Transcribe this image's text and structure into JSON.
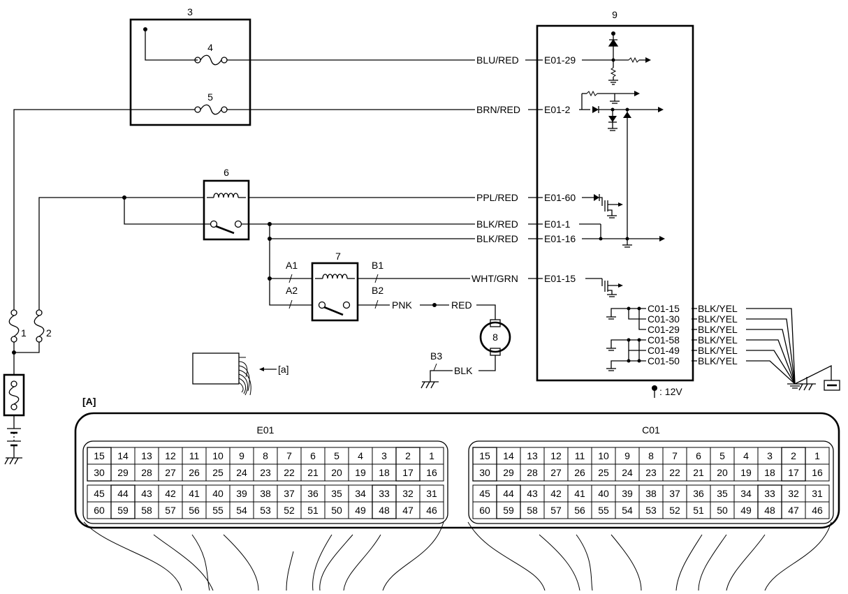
{
  "labels": {
    "n1": "1",
    "n2": "2",
    "n3": "3",
    "n4": "4",
    "n5": "5",
    "n6": "6",
    "n7": "7",
    "n8": "8",
    "n9": "9",
    "A1": "A1",
    "A2": "A2",
    "B1": "B1",
    "B2": "B2",
    "B3": "B3",
    "a_ref": "[a]",
    "A_ref": "[A]",
    "v12": ": 12V"
  },
  "wires": {
    "blu_red": "BLU/RED",
    "brn_red": "BRN/RED",
    "ppl_red": "PPL/RED",
    "blk_red_1": "BLK/RED",
    "blk_red_2": "BLK/RED",
    "wht_grn": "WHT/GRN",
    "pnk": "PNK",
    "red": "RED",
    "blk": "BLK"
  },
  "terminals": {
    "e01_29": "E01-29",
    "e01_2": "E01-2",
    "e01_60": "E01-60",
    "e01_1": "E01-1",
    "e01_16": "E01-16",
    "e01_15": "E01-15"
  },
  "ground_rows": [
    {
      "term": "C01-15",
      "wire": "BLK/YEL"
    },
    {
      "term": "C01-30",
      "wire": "BLK/YEL"
    },
    {
      "term": "C01-29",
      "wire": "BLK/YEL"
    },
    {
      "term": "C01-58",
      "wire": "BLK/YEL"
    },
    {
      "term": "C01-49",
      "wire": "BLK/YEL"
    },
    {
      "term": "C01-50",
      "wire": "BLK/YEL"
    }
  ],
  "connectors": [
    {
      "name": "E01",
      "rows": [
        [
          "15",
          "14",
          "13",
          "12",
          "11",
          "10",
          "9",
          "8",
          "7",
          "6",
          "5",
          "4",
          "3",
          "2",
          "1"
        ],
        [
          "30",
          "29",
          "28",
          "27",
          "26",
          "25",
          "24",
          "23",
          "22",
          "21",
          "20",
          "19",
          "18",
          "17",
          "16"
        ],
        [
          "45",
          "44",
          "43",
          "42",
          "41",
          "40",
          "39",
          "38",
          "37",
          "36",
          "35",
          "34",
          "33",
          "32",
          "31"
        ],
        [
          "60",
          "59",
          "58",
          "57",
          "56",
          "55",
          "54",
          "53",
          "52",
          "51",
          "50",
          "49",
          "48",
          "47",
          "46"
        ]
      ]
    },
    {
      "name": "C01",
      "rows": [
        [
          "15",
          "14",
          "13",
          "12",
          "11",
          "10",
          "9",
          "8",
          "7",
          "6",
          "5",
          "4",
          "3",
          "2",
          "1"
        ],
        [
          "30",
          "29",
          "28",
          "27",
          "26",
          "25",
          "24",
          "23",
          "22",
          "21",
          "20",
          "19",
          "18",
          "17",
          "16"
        ],
        [
          "45",
          "44",
          "43",
          "42",
          "41",
          "40",
          "39",
          "38",
          "37",
          "36",
          "35",
          "34",
          "33",
          "32",
          "31"
        ],
        [
          "60",
          "59",
          "58",
          "57",
          "56",
          "55",
          "54",
          "53",
          "52",
          "51",
          "50",
          "49",
          "48",
          "47",
          "46"
        ]
      ]
    }
  ]
}
